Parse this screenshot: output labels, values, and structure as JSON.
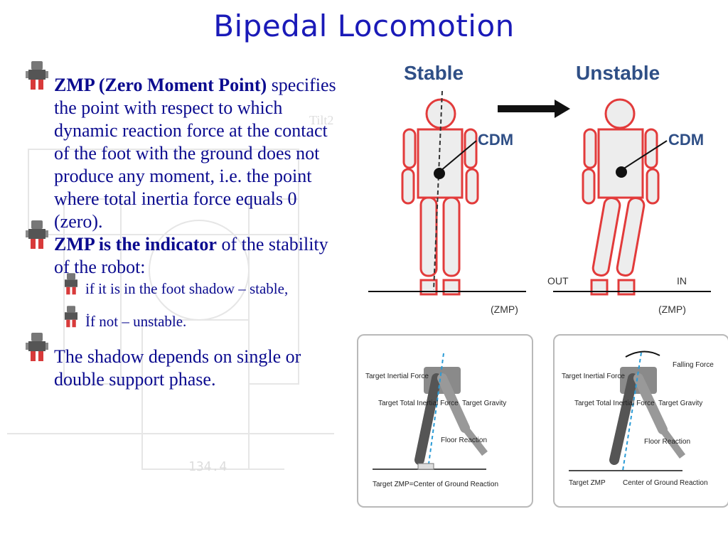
{
  "slide": {
    "title": "Bipedal Locomotion"
  },
  "bullets": [
    {
      "bold": "ZMP (Zero Moment Point)",
      "text": " specifies the point with respect to which dynamic reaction force at the contact of the foot with the ground does not produce any moment, i.e. the point where total inertia force equals 0 (zero)."
    },
    {
      "bold": "ZMP is the indicator",
      "text": " of the stability of the robot:"
    },
    {
      "sub": "if it is in the foot shadow – stable,"
    },
    {
      "sub": "İf not – unstable."
    },
    {
      "bold": "",
      "text": "The shadow depends on single or double support phase."
    }
  ],
  "background_drawing": {
    "label_tilt": "Tilt2",
    "dimension": "134.4"
  },
  "top_diagram": {
    "stable": "Stable",
    "unstable": "Unstable",
    "cdm_left": "CDM",
    "cdm_right": "CDM",
    "out": "OUT",
    "in": "IN",
    "zmp_left": "(ZMP)",
    "zmp_right": "(ZMP)"
  },
  "panel_left": {
    "target_inertial_force": "Target Inertial Force",
    "target_total_inertial_force": "Target Total Inertial Force",
    "target_gravity": "Target Gravity",
    "floor_reaction": "Floor Reaction",
    "bottom": "Target ZMP=Center of Ground Reaction"
  },
  "panel_right": {
    "falling_force": "Falling Force",
    "target_inertial_force": "Target Inertial Force",
    "target_total_inertial_force": "Target Total Inertial Force",
    "target_gravity": "Target Gravity",
    "floor_reaction": "Floor Reaction",
    "bottom_zmp": "Target ZMP",
    "bottom_cgr": "Center of Ground Reaction"
  },
  "colors": {
    "title": "#1a1ab8",
    "text": "#0b0b8f",
    "robot_red": "#e23b3b",
    "arrow_blue": "#2a9bd6"
  }
}
